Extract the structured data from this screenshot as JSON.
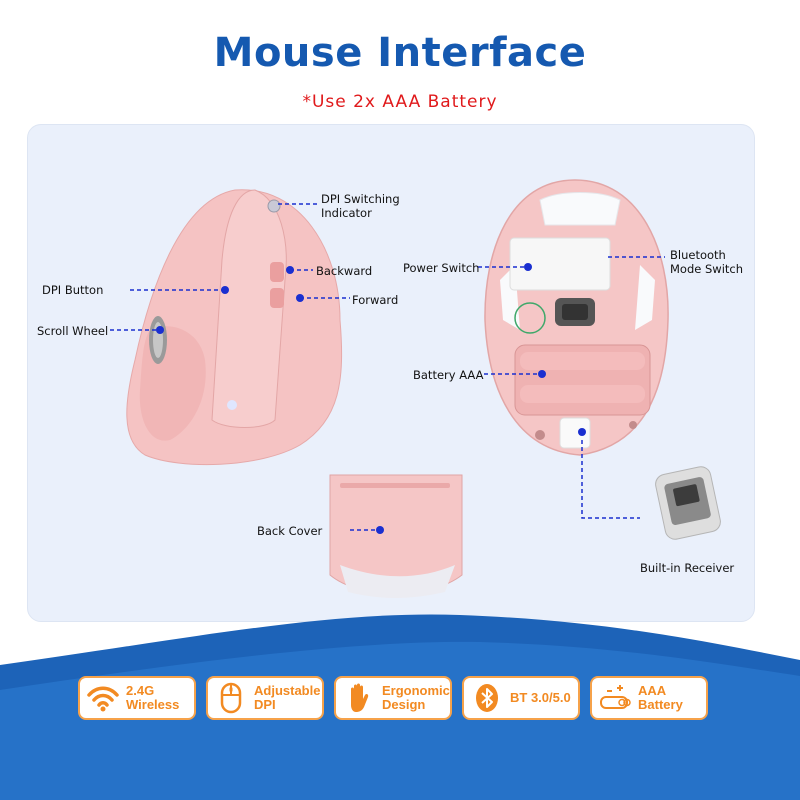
{
  "header": {
    "title": "Mouse Interface",
    "subtitle": "*Use 2x AAA Battery"
  },
  "callouts": {
    "dpi_indicator_line1": "DPI Switching",
    "dpi_indicator_line2": "Indicator",
    "backward": "Backward",
    "forward": "Forward",
    "dpi_button": "DPI Button",
    "scroll_wheel": "Scroll Wheel",
    "power_switch": "Power Switch",
    "bluetooth_line1": "Bluetooth",
    "bluetooth_line2": "Mode Switch",
    "battery": "Battery AAA",
    "back_cover": "Back Cover",
    "receiver": "Built-in Receiver"
  },
  "features": [
    {
      "icon": "wifi-icon",
      "line1": "2.4G",
      "line2": "Wireless"
    },
    {
      "icon": "mouse-icon",
      "line1": "Adjustable",
      "line2": "DPI"
    },
    {
      "icon": "hand-icon",
      "line1": "Ergonomic",
      "line2": "Design"
    },
    {
      "icon": "bluetooth-icon",
      "line1": "BT 3.0/5.0",
      "line2": ""
    },
    {
      "icon": "battery-icon",
      "line1": "AAA",
      "line2": "Battery"
    }
  ],
  "colors": {
    "title": "#1559b0",
    "subtitle": "#e0191b",
    "accent": "#f28a22",
    "callout_line": "#1a2fd0",
    "mouse_pink": "#f5c4c4",
    "wave_blue": "#1d63b8"
  }
}
